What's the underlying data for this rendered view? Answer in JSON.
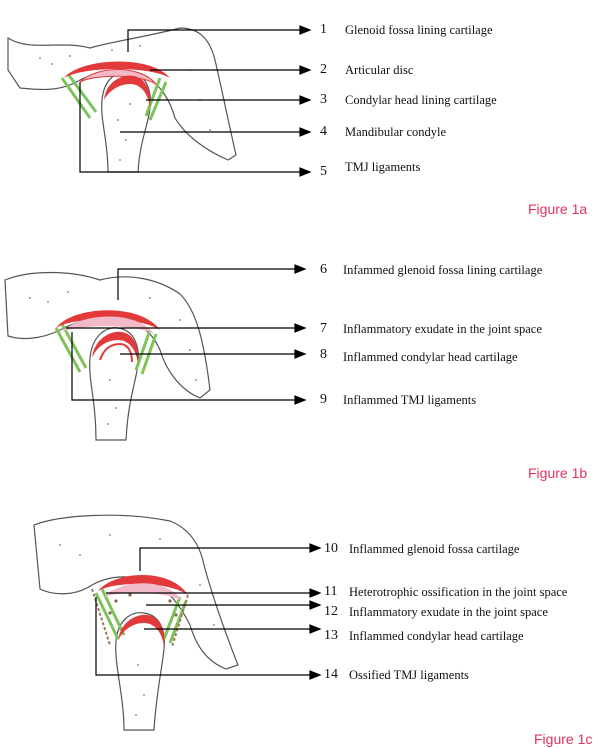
{
  "colors": {
    "accent_caption": "#e0325a",
    "cartilage_red": "#e23a3a",
    "ligament_green": "#7cc45a",
    "exudate_pink": "#f2b9c8",
    "ossification_brown": "#a07a5a"
  },
  "figures": [
    {
      "caption": "Figure 1a",
      "labels": [
        {
          "num": "1",
          "text": "Glenoid fossa lining cartilage"
        },
        {
          "num": "2",
          "text": "Articular disc"
        },
        {
          "num": "3",
          "text": "Condylar head lining cartilage"
        },
        {
          "num": "4",
          "text": "Mandibular condyle"
        },
        {
          "num": "5",
          "text": "TMJ ligaments"
        }
      ]
    },
    {
      "caption": "Figure 1b",
      "labels": [
        {
          "num": "6",
          "text": "Infammed glenoid fossa lining cartilage"
        },
        {
          "num": "7",
          "text": "Inflammatory exudate in the joint space"
        },
        {
          "num": "8",
          "text": "Inflammed condylar head cartilage"
        },
        {
          "num": "9",
          "text": "Inflammed TMJ ligaments"
        }
      ]
    },
    {
      "caption": "Figure 1c",
      "labels": [
        {
          "num": "10",
          "text": "Inflammed glenoid fossa cartilage"
        },
        {
          "num": "11",
          "text": "Heterotrophic ossification in the joint space"
        },
        {
          "num": "12",
          "text": "Inflammatory exudate in the joint space"
        },
        {
          "num": "13",
          "text": "Inflammed condylar head cartilage"
        },
        {
          "num": "14",
          "text": "Ossified TMJ ligaments"
        }
      ]
    }
  ]
}
